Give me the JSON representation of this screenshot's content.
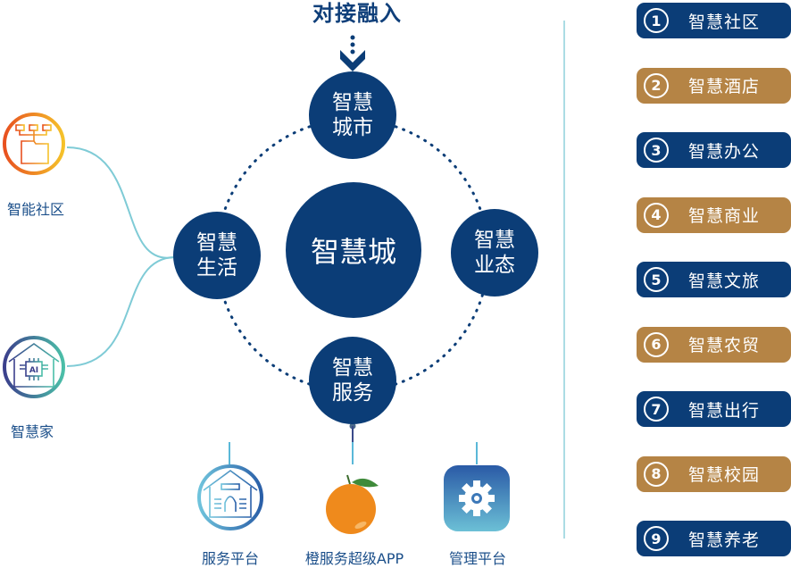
{
  "header": {
    "title": "对接融入"
  },
  "center": {
    "label": "智慧城"
  },
  "satellites": {
    "top": {
      "line1": "智慧",
      "line2": "城市"
    },
    "left": {
      "line1": "智慧",
      "line2": "生活"
    },
    "right": {
      "line1": "智慧",
      "line2": "业态"
    },
    "bottom": {
      "line1": "智慧",
      "line2": "服务"
    }
  },
  "left_branch": [
    {
      "label": "智能社区",
      "icon": "folder-tree-icon"
    },
    {
      "label": "智慧家",
      "icon": "ai-home-icon"
    }
  ],
  "bottom_branch": [
    {
      "label": "服务平台",
      "icon": "service-hall-icon"
    },
    {
      "label": "橙服务超级APP",
      "icon": "orange-app-icon"
    },
    {
      "label": "管理平台",
      "icon": "gear-icon"
    }
  ],
  "right_list": [
    {
      "num": "1",
      "label": "智慧社区",
      "style": "navy"
    },
    {
      "num": "2",
      "label": "智慧酒店",
      "style": "brown"
    },
    {
      "num": "3",
      "label": "智慧办公",
      "style": "navy"
    },
    {
      "num": "4",
      "label": "智慧商业",
      "style": "brown"
    },
    {
      "num": "5",
      "label": "智慧文旅",
      "style": "navy"
    },
    {
      "num": "6",
      "label": "智慧农贸",
      "style": "brown"
    },
    {
      "num": "7",
      "label": "智慧出行",
      "style": "navy"
    },
    {
      "num": "8",
      "label": "智慧校园",
      "style": "brown"
    },
    {
      "num": "9",
      "label": "智慧养老",
      "style": "navy"
    }
  ],
  "colors": {
    "navy": "#0b3d77",
    "brown": "#b58445",
    "line": "#7fcbd6"
  }
}
